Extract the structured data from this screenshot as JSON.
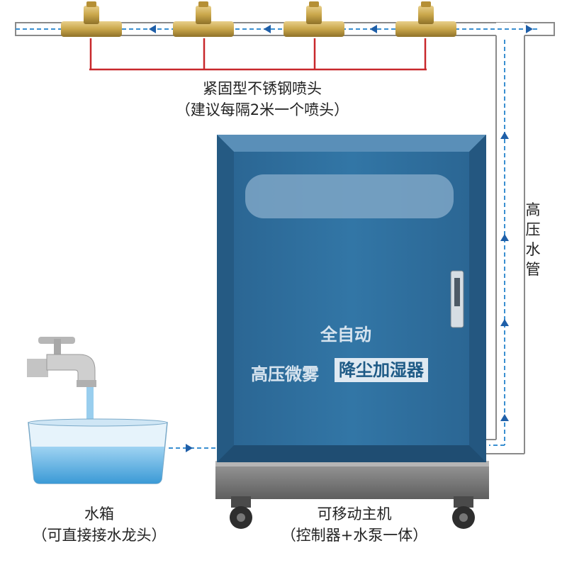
{
  "labels": {
    "nozzle_title": "紧固型不锈钢喷头",
    "nozzle_note": "（建议每隔2米一个喷头）",
    "pipe_label": "高压水管",
    "tank_title": "水箱",
    "tank_note": "（可直接接水龙头）",
    "host_title": "可移动主机",
    "host_note": "（控制器+水泵一体）"
  },
  "cabinet": {
    "line1": "全自动",
    "line2_plain": "高压微雾",
    "line2_highlight": "降尘加湿器"
  },
  "colors": {
    "cabinet_blue": "#2f6f9c",
    "pipe_red": "#c8282c",
    "flow_blue": "#3a8fd0",
    "brass": "#c9a64a"
  }
}
